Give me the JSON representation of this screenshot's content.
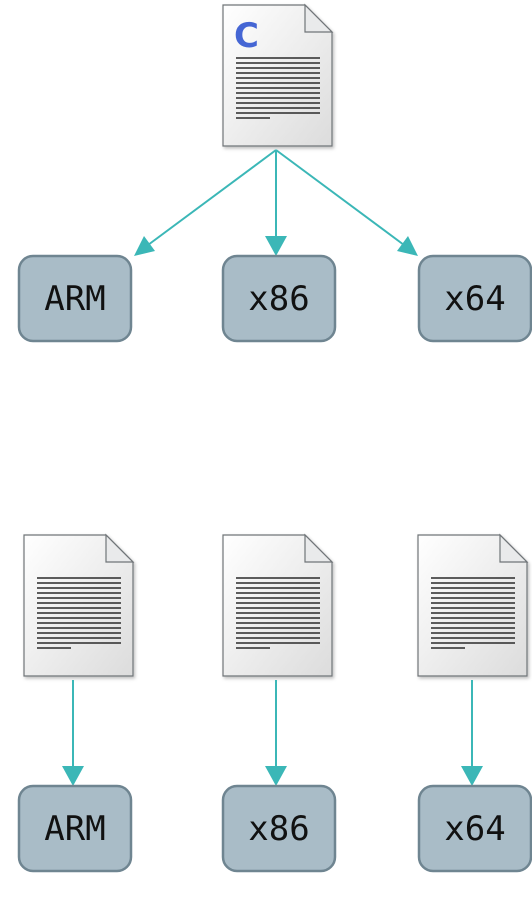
{
  "colors": {
    "arrow": "#3bb7b7",
    "box_fill": "#a9bcc7",
    "box_stroke": "#6f8591",
    "c_letter": "#4566d4"
  },
  "top": {
    "source_icon": "c-source-file-icon",
    "source_letter": "C",
    "targets": [
      "ARM",
      "x86",
      "x64"
    ]
  },
  "bottom": {
    "file_icon": "document-file-icon",
    "targets": [
      "ARM",
      "x86",
      "x64"
    ]
  }
}
